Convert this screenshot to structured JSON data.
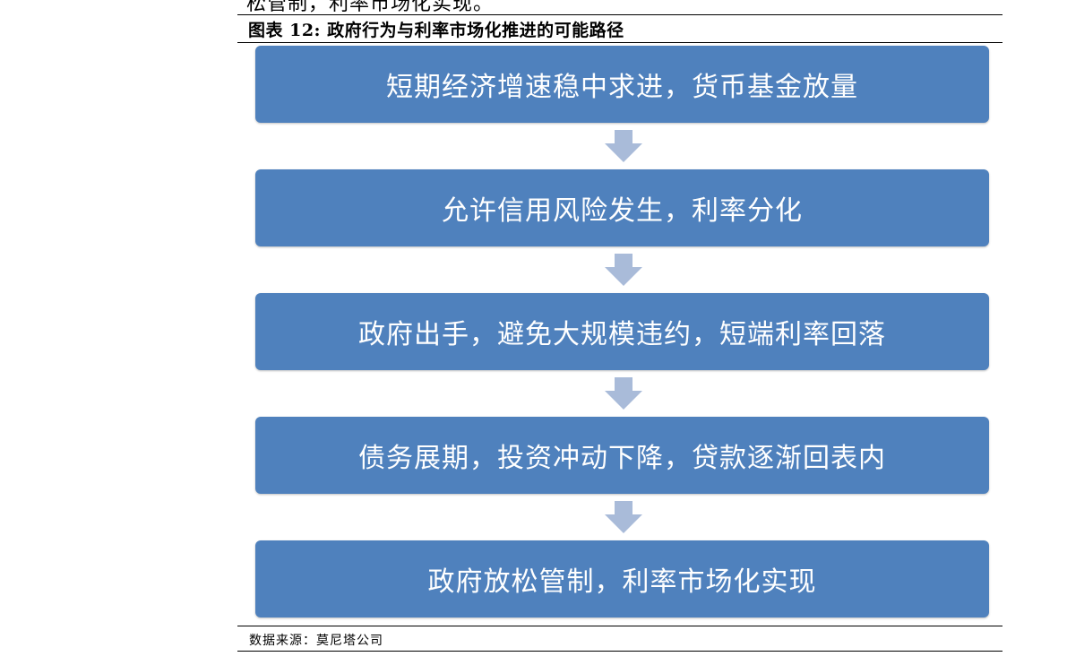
{
  "previous_text": "松管制，利率市场化实现。",
  "figure": {
    "title": "图表 12:  政府行为与利率市场化推进的可能路径"
  },
  "flow_steps": [
    "短期经济增速稳中求进，货币基金放量",
    "允许信用风险发生，利率分化",
    "政府出手，避免大规模违约，短端利率回落",
    "债务展期，投资冲动下降，贷款逐渐回表内",
    "政府放松管制，利率市场化实现"
  ],
  "source": "数据来源：莫尼塔公司",
  "colors": {
    "box_fill": "#4f81bd",
    "box_text": "#ffffff",
    "arrow_fill": "#a9bbd9"
  }
}
